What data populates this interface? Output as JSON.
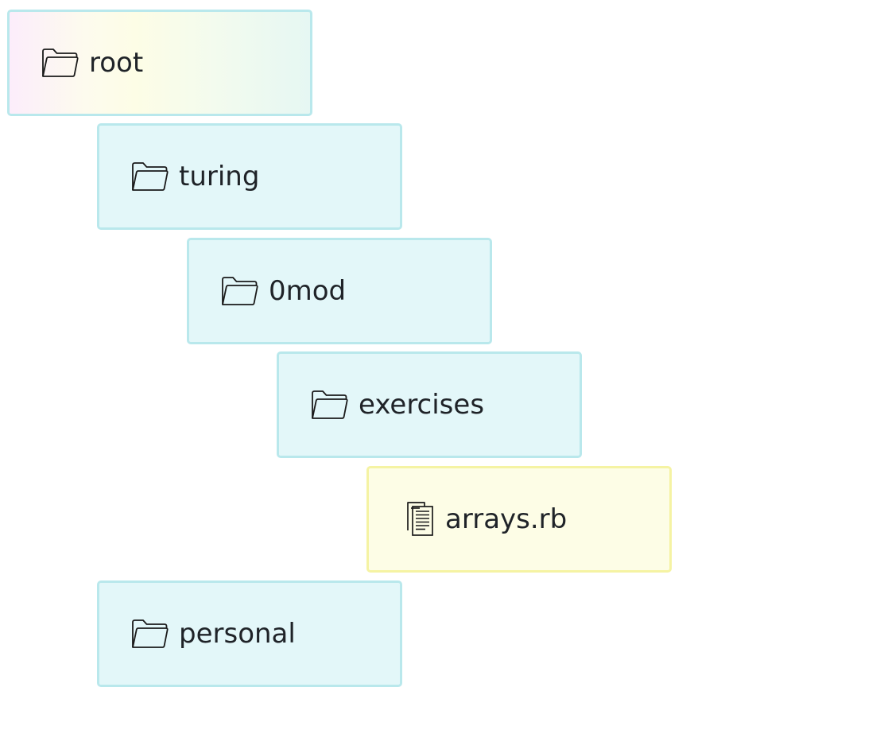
{
  "tree": {
    "nodes": [
      {
        "id": "root",
        "label": "root",
        "type": "folder",
        "depth": 0,
        "icon": "folder-icon",
        "background": "gradient-pastel",
        "border_color": "#b9e8ec"
      },
      {
        "id": "turing",
        "label": "turing",
        "type": "folder",
        "depth": 1,
        "icon": "folder-icon",
        "background": "#e3f7f9",
        "border_color": "#b9e8ec"
      },
      {
        "id": "0mod",
        "label": "0mod",
        "type": "folder",
        "depth": 2,
        "icon": "folder-icon",
        "background": "#e3f7f9",
        "border_color": "#b9e8ec"
      },
      {
        "id": "exercises",
        "label": "exercises",
        "type": "folder",
        "depth": 3,
        "icon": "folder-icon",
        "background": "#e3f7f9",
        "border_color": "#b9e8ec"
      },
      {
        "id": "arrays-rb",
        "label": "arrays.rb",
        "type": "file",
        "depth": 4,
        "icon": "file-icon",
        "background": "#fdfde6",
        "border_color": "#f5f3a3"
      },
      {
        "id": "personal",
        "label": "personal",
        "type": "folder",
        "depth": 1,
        "icon": "folder-icon",
        "background": "#e3f7f9",
        "border_color": "#b9e8ec"
      }
    ]
  }
}
